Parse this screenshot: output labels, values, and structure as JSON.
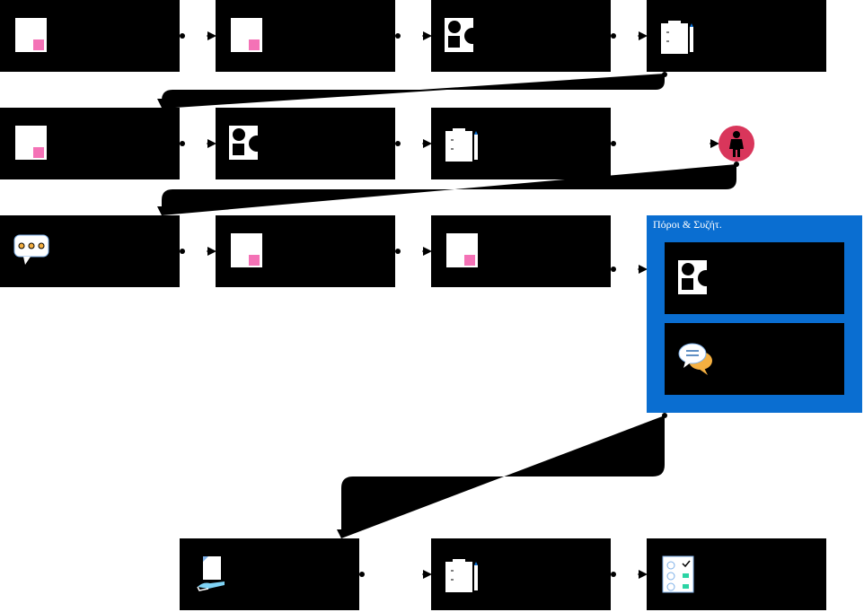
{
  "diagram": {
    "group": {
      "label": "Πόροι & Συζήτ."
    },
    "nodes": [
      {
        "id": "n1",
        "row": 1,
        "icon": "document-icon"
      },
      {
        "id": "n2",
        "row": 1,
        "icon": "document-icon"
      },
      {
        "id": "n3",
        "row": 1,
        "icon": "shapes-icon"
      },
      {
        "id": "n4",
        "row": 1,
        "icon": "checklist-pencil-icon"
      },
      {
        "id": "n5",
        "row": 2,
        "icon": "document-icon"
      },
      {
        "id": "n6",
        "row": 2,
        "icon": "shapes-icon"
      },
      {
        "id": "n7",
        "row": 2,
        "icon": "checklist-pencil-icon"
      },
      {
        "id": "n8",
        "row": 2,
        "icon": "person-icon"
      },
      {
        "id": "n9",
        "row": 3,
        "icon": "chat-bubble-icon"
      },
      {
        "id": "n10",
        "row": 3,
        "icon": "document-icon"
      },
      {
        "id": "n11",
        "row": 3,
        "icon": "document-icon"
      },
      {
        "id": "n12",
        "row": 3,
        "icon": "shapes-icon",
        "in_group": true
      },
      {
        "id": "n13",
        "row": 3,
        "icon": "discussion-icon",
        "in_group": true
      },
      {
        "id": "n14",
        "row": 4,
        "icon": "document-hand-icon"
      },
      {
        "id": "n15",
        "row": 4,
        "icon": "checklist-pencil-icon"
      },
      {
        "id": "n16",
        "row": 4,
        "icon": "checklist-done-icon"
      }
    ],
    "edges": [
      [
        "n1",
        "n2"
      ],
      [
        "n2",
        "n3"
      ],
      [
        "n3",
        "n4"
      ],
      [
        "n4",
        "n5"
      ],
      [
        "n5",
        "n6"
      ],
      [
        "n6",
        "n7"
      ],
      [
        "n7",
        "n8"
      ],
      [
        "n8",
        "n9"
      ],
      [
        "n9",
        "n10"
      ],
      [
        "n10",
        "n11"
      ],
      [
        "n11",
        "group"
      ],
      [
        "group",
        "n14"
      ],
      [
        "n14",
        "n15"
      ],
      [
        "n15",
        "n16"
      ]
    ],
    "colors": {
      "node_fill": "#000000",
      "group_fill": "#0a6ed1",
      "person_fill": "#d9365b",
      "accent_pink": "#f472b6",
      "accent_teal": "#2bd4a4"
    }
  }
}
